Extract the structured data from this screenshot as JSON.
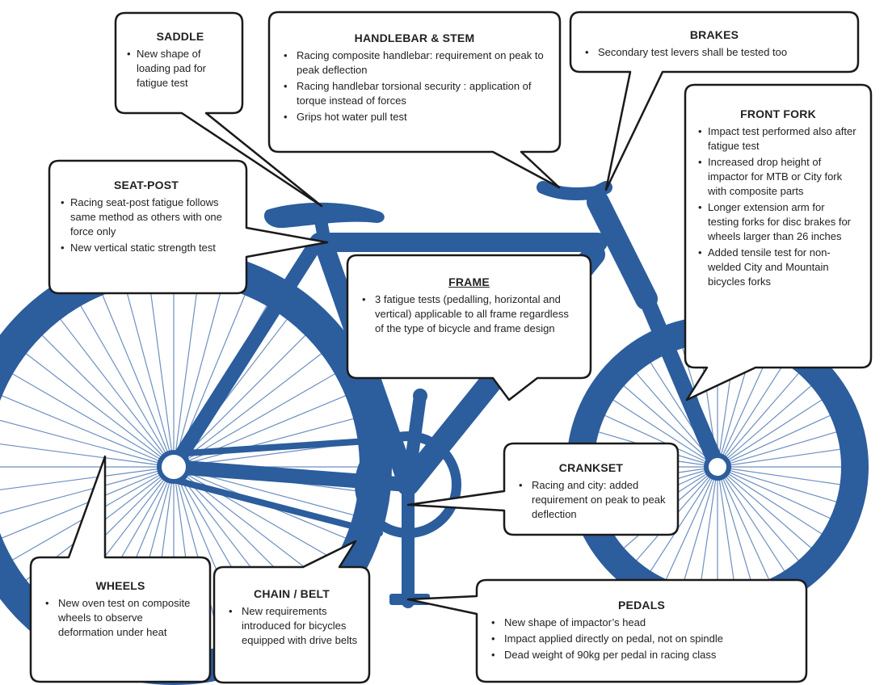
{
  "colors": {
    "bike": "#2c5d9d",
    "spoke": "#6d8fc0",
    "box_border": "#1a1a1a",
    "box_fill": "#ffffff"
  },
  "callouts": {
    "saddle": {
      "title": "SADDLE",
      "items": [
        "New shape of loading pad for fatigue test"
      ]
    },
    "handlebar": {
      "title": "HANDLEBAR & STEM",
      "items": [
        "Racing composite handlebar: requirement on peak to peak deflection",
        "Racing handlebar torsional security : application of torque instead of forces",
        "Grips hot water pull test"
      ]
    },
    "brakes": {
      "title": "BRAKES",
      "items": [
        "Secondary test levers shall be tested too"
      ]
    },
    "front_fork": {
      "title": "FRONT FORK",
      "items": [
        "Impact test performed also after fatigue test",
        "Increased drop height of impactor for MTB or City fork with composite parts",
        "Longer extension arm for testing forks for disc brakes for wheels larger than 26 inches",
        "Added tensile test for non-welded City and Mountain bicycles forks"
      ]
    },
    "seat_post": {
      "title": "SEAT-POST",
      "items": [
        "Racing seat-post fatigue follows same method as others with one force only",
        "New vertical static strength test"
      ]
    },
    "frame": {
      "title": "FRAME",
      "items": [
        "3 fatigue tests (pedalling, horizontal and vertical) applicable to all frame regardless of the type of bicycle and frame design"
      ]
    },
    "crankset": {
      "title": "CRANKSET",
      "items": [
        "Racing and city: added requirement on peak to peak deflection"
      ]
    },
    "wheels": {
      "title": "WHEELS",
      "items": [
        "New oven test on composite wheels to observe deformation under heat"
      ]
    },
    "chain_belt": {
      "title": "CHAIN / BELT",
      "items": [
        "New requirements introduced for bicycles equipped with drive belts"
      ]
    },
    "pedals": {
      "title": "PEDALS",
      "items": [
        "New shape of impactor’s head",
        "Impact applied directly on pedal, not on spindle",
        "Dead weight of 90kg per pedal in racing class"
      ]
    }
  }
}
